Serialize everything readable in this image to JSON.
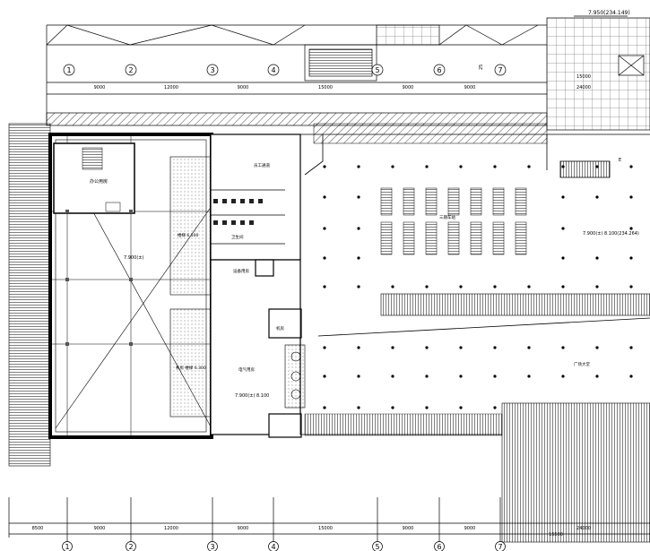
{
  "elevation_top": "7.950(234.149)",
  "grid_axes": [
    "1",
    "2",
    "3",
    "4",
    "5",
    "6",
    "7"
  ],
  "top_dimensions": [
    "9000",
    "12000",
    "9000",
    "15000",
    "9000",
    "9000",
    "15000",
    "24000"
  ],
  "bottom_dimensions": [
    "8500",
    "9000",
    "12000",
    "9000",
    "15000",
    "9000",
    "9000",
    "15500",
    "24000"
  ],
  "level_notes": {
    "left_hall": "7.900(±)",
    "hall_right_top": "7.900(±) 8.100(234.264)",
    "corridor": "7.900(±) 8.100"
  },
  "room_labels": {
    "office_north": "办公用房",
    "restroom": "卫生间",
    "staff": "员工通道",
    "equipment": "设备用房",
    "escalator": "三期车站",
    "plaza": "广场大堂",
    "machine": "机房",
    "machine_level_1": "楼梯 6.500",
    "machine_level_2": "机房 楼梯 6.300",
    "electrical": "电气用房"
  },
  "small_marks": [
    "25",
    "E"
  ]
}
